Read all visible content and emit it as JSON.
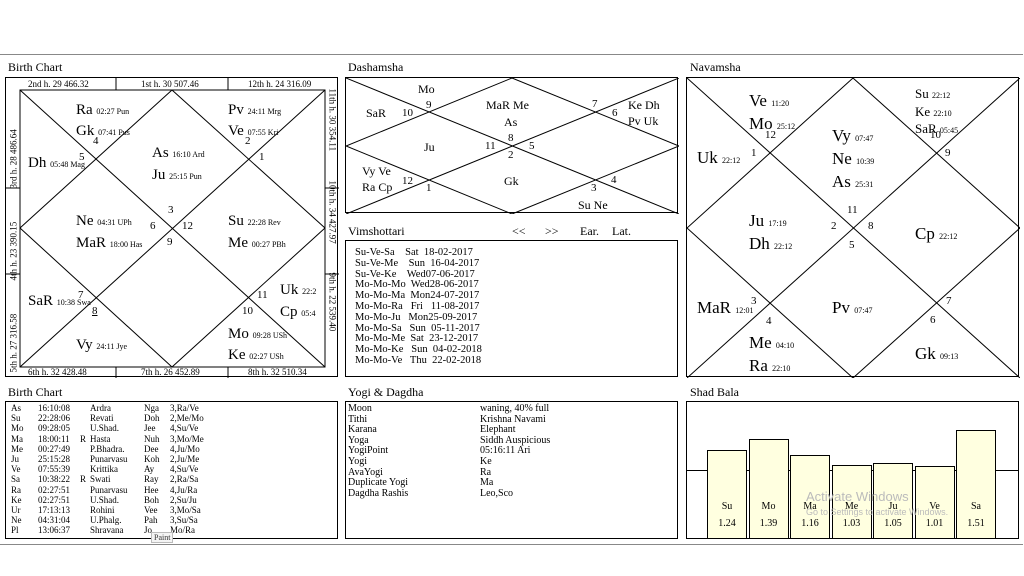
{
  "panels": {
    "birth_chart": "Birth Chart",
    "dashamsha": "Dashamsha",
    "navamsha": "Navamsha",
    "vimshottari": "Vimshottari",
    "birth_chart_2": "Birth Chart",
    "yogi_dagdha": "Yogi & Dagdha",
    "shad_bala": "Shad Bala"
  },
  "birth_chart": {
    "cusps": {
      "top_left": "2nd h. 29 466.32",
      "top_mid": "1st h. 30 507.46",
      "top_right": "12th h. 24 316.09",
      "left_top": "3rd h. 28 486.64",
      "left_mid": "4th h. 23 390.15",
      "left_bot": "5th h. 27 316.58",
      "right_top": "11th h. 30 354.11",
      "right_mid": "10th h. 34 427.97",
      "right_bot": "9th h. 22 539.40",
      "bot_left": "6th h. 32 428.48",
      "bot_mid": "7th h. 26 452.89",
      "bot_right": "8th h. 32 510.34"
    },
    "signs": {
      "s1": "1",
      "s2": "2",
      "s3": "3",
      "s4": "4",
      "s5": "5",
      "s6": "6",
      "s7": "7",
      "s8": "8",
      "s9": "9",
      "s10": "10",
      "s11": "11",
      "s12": "12"
    },
    "planets": {
      "ra": {
        "n": "Ra",
        "d": "02:27 Pun"
      },
      "gk": {
        "n": "Gk",
        "d": "07:41 Pus"
      },
      "dh": {
        "n": "Dh",
        "d": "05:48 Mag"
      },
      "as": {
        "n": "As",
        "d": "16:10 Ard"
      },
      "ju": {
        "n": "Ju",
        "d": "25:15 Pun"
      },
      "pv": {
        "n": "Pv",
        "d": "24:11 Mrg"
      },
      "ve": {
        "n": "Ve",
        "d": "07:55 Kri"
      },
      "ne": {
        "n": "Ne",
        "d": "04:31 UPh"
      },
      "mar": {
        "n": "MaR",
        "d": "18:00 Has"
      },
      "su": {
        "n": "Su",
        "d": "22:28 Rev"
      },
      "me": {
        "n": "Me",
        "d": "00:27 PBh"
      },
      "sar": {
        "n": "SaR",
        "d": "10:38 Swa"
      },
      "vy": {
        "n": "Vy",
        "d": "24:11 Jye"
      },
      "uk": {
        "n": "Uk",
        "d": "22:2"
      },
      "cp": {
        "n": "Cp",
        "d": "05:4"
      },
      "mo": {
        "n": "Mo",
        "d": "09:28 USh"
      },
      "ke": {
        "n": "Ke",
        "d": "02:27 USh"
      }
    }
  },
  "dashamsha": {
    "mo": "Mo",
    "n9": "9",
    "sar": "SaR",
    "n10": "10",
    "mar_me": "MaR Me",
    "as": "As",
    "n7": "7",
    "n6": "6",
    "ke_dh": "Ke Dh",
    "pv_uk": "Pv Uk",
    "ju": "Ju",
    "n11": "11",
    "n8": "8",
    "n2": "2",
    "n5": "5",
    "vy_ve": "Vy Ve",
    "ra_cp": "Ra Cp",
    "n12": "12",
    "n1": "1",
    "gk": "Gk",
    "n3": "3",
    "n4": "4",
    "su_ne": "Su Ne"
  },
  "navamsha": {
    "ve": {
      "n": "Ve",
      "d": "11:20"
    },
    "mo": {
      "n": "Mo",
      "d": "25:12"
    },
    "n12": "12",
    "su": {
      "n": "Su",
      "d": "22:12"
    },
    "ke": {
      "n": "Ke",
      "d": "22:10"
    },
    "sar": {
      "n": "SaR",
      "d": "05:45"
    },
    "n10": "10",
    "uk": {
      "n": "Uk",
      "d": "22:12"
    },
    "n1": "1",
    "vy": {
      "n": "Vy",
      "d": "07:47"
    },
    "ne": {
      "n": "Ne",
      "d": "10:39"
    },
    "as": {
      "n": "As",
      "d": "25:31"
    },
    "n9": "9",
    "n11": "11",
    "ju": {
      "n": "Ju",
      "d": "17:19"
    },
    "dh": {
      "n": "Dh",
      "d": "22:12"
    },
    "n2": "2",
    "n8": "8",
    "n5": "5",
    "cp": {
      "n": "Cp",
      "d": "22:12"
    },
    "mar": {
      "n": "MaR",
      "d": "12:01"
    },
    "n3": "3",
    "n4": "4",
    "pv": {
      "n": "Pv",
      "d": "07:47"
    },
    "n7": "7",
    "n6": "6",
    "me": {
      "n": "Me",
      "d": "04:10"
    },
    "ra": {
      "n": "Ra",
      "d": "22:10"
    },
    "gk": {
      "n": "Gk",
      "d": "09:13"
    }
  },
  "vimshottari_nav": {
    "prev": "<<",
    "next": ">>",
    "ear": "Ear.",
    "lat": "Lat."
  },
  "vimshottari_rows": [
    "Su-Ve-Sa    Sat  18-02-2017",
    "Su-Ve-Me    Sun  16-04-2017",
    "Su-Ve-Ke    Wed07-06-2017",
    "Mo-Mo-Mo  Wed28-06-2017",
    "Mo-Mo-Ma  Mon24-07-2017",
    "Mo-Mo-Ra   Fri   11-08-2017",
    "Mo-Mo-Ju   Mon25-09-2017",
    "Mo-Mo-Sa   Sun  05-11-2017",
    "Mo-Mo-Me  Sat  23-12-2017",
    "Mo-Mo-Ke   Sun  04-02-2018",
    "Mo-Mo-Ve   Thu  22-02-2018"
  ],
  "planet_table": [
    [
      "As",
      "16:10:08",
      "",
      "Ardra",
      "Nga",
      "3,Ra/Ve"
    ],
    [
      "Su",
      "22:28:06",
      "",
      "Revati",
      "Doh",
      "2,Me/Mo"
    ],
    [
      "Mo",
      "09:28:05",
      "",
      "U.Shad.",
      "Jee",
      "4,Su/Ve"
    ],
    [
      "Ma",
      "18:00:11",
      "R",
      "Hasta",
      "Nuh",
      "3,Mo/Me"
    ],
    [
      "Me",
      "00:27:49",
      "",
      "P.Bhadra.",
      "Dee",
      "4,Ju/Mo"
    ],
    [
      "Ju",
      "25:15:28",
      "",
      "Punarvasu",
      "Koh",
      "2,Ju/Me"
    ],
    [
      "Ve",
      "07:55:39",
      "",
      "Krittika",
      "Ay",
      "4,Su/Ve"
    ],
    [
      "Sa",
      "10:38:22",
      "R",
      "Swati",
      "Ray",
      "2,Ra/Sa"
    ],
    [
      "Ra",
      "02:27:51",
      "",
      "Punarvasu",
      "Hee",
      "4,Ju/Ra"
    ],
    [
      "Ke",
      "02:27:51",
      "",
      "U.Shad.",
      "Boh",
      "2,Su/Ju"
    ],
    [
      "Ur",
      "17:13:13",
      "",
      "Rohini",
      "Vee",
      "3,Mo/Sa"
    ],
    [
      "Ne",
      "04:31:04",
      "",
      "U.Phalg.",
      "Pah",
      "3,Su/Sa"
    ],
    [
      "Pl",
      "13:06:37",
      "",
      "Shravana",
      "Jo",
      "Mo/Ra"
    ]
  ],
  "paint_tooltip": "Paint",
  "yogi": [
    [
      "Moon",
      "waning, 40% full"
    ],
    [
      "Tithi",
      "Krishna  Navami"
    ],
    [
      "Karana",
      "Elephant"
    ],
    [
      "Yoga",
      "Siddh Auspicious"
    ],
    [
      "YogiPoint",
      "05:16:11 Ari"
    ],
    [
      "Yogi",
      "Ke"
    ],
    [
      "AvaYogi",
      "Ra"
    ],
    [
      "Duplicate Yogi",
      "Ma"
    ],
    [
      "Dagdha Rashis",
      "Leo,Sco"
    ]
  ],
  "shad_bala": {
    "labels": [
      "Su",
      "Mo",
      "Ma",
      "Me",
      "Ju",
      "Ve",
      "Sa"
    ],
    "values": [
      "1.24",
      "1.39",
      "1.16",
      "1.03",
      "1.05",
      "1.01",
      "1.51"
    ],
    "num_values": [
      1.24,
      1.39,
      1.16,
      1.03,
      1.05,
      1.01,
      1.51
    ]
  },
  "watermark": {
    "title": "Activate Windows",
    "sub": "Go to Settings to activate Windows."
  }
}
